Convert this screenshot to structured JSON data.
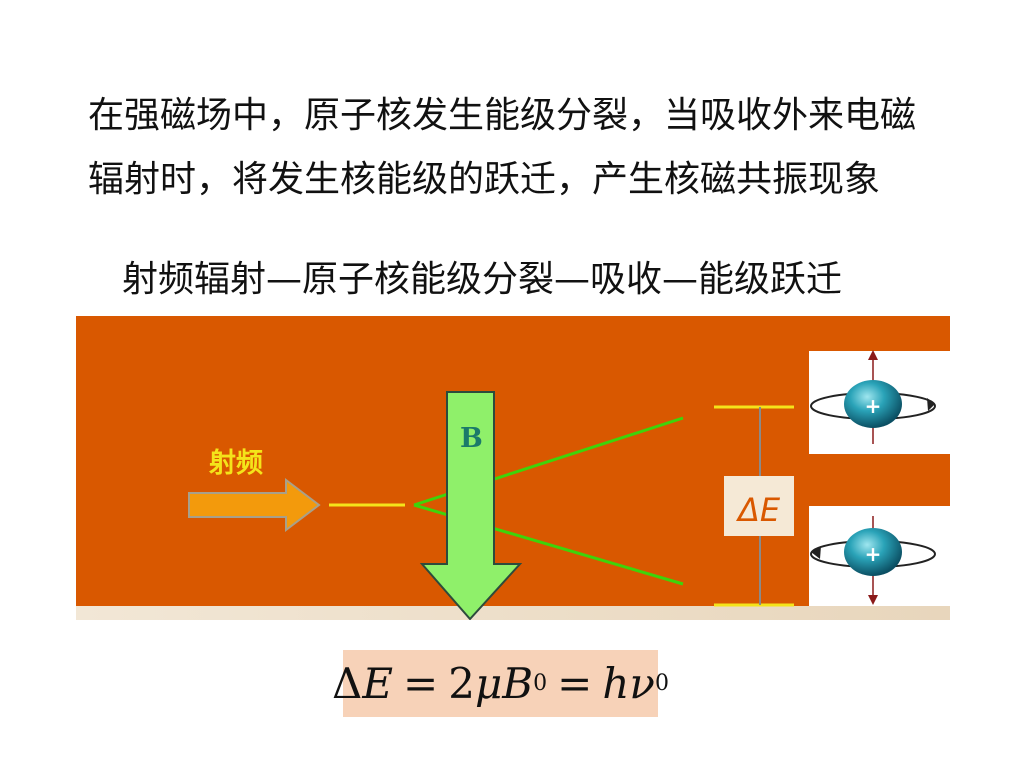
{
  "slide": {
    "intro_lines": [
      "在强磁场中，原子核发生能级分裂，当吸收外来电磁",
      "辐射时，将发生核能级的跃迁，产生核磁共振现象"
    ],
    "process_chain": "射频辐射—原子核能级分裂—吸收—能级跃迁"
  },
  "diagram": {
    "rf_label": "射频",
    "field_label": "B",
    "delta_label": "ΔE",
    "nucleus_symbol": "+",
    "colors": {
      "background": "#d95800",
      "arrow_rf": "#f39a0c",
      "arrow_field": "#8ff06a",
      "level_line": "#f4e41a",
      "split_line": "#3ed40a",
      "rf_text": "#f4e41a",
      "field_text": "#1b7a6a",
      "delta_text": "#d95800"
    }
  },
  "formula": {
    "delta": "Δ",
    "E": "E",
    "eq1": "=",
    "coef": "2",
    "mu": "μ",
    "B": "B",
    "sub1": "0",
    "eq2": "=",
    "h": "h",
    "nu": "ν",
    "sub2": "0"
  }
}
